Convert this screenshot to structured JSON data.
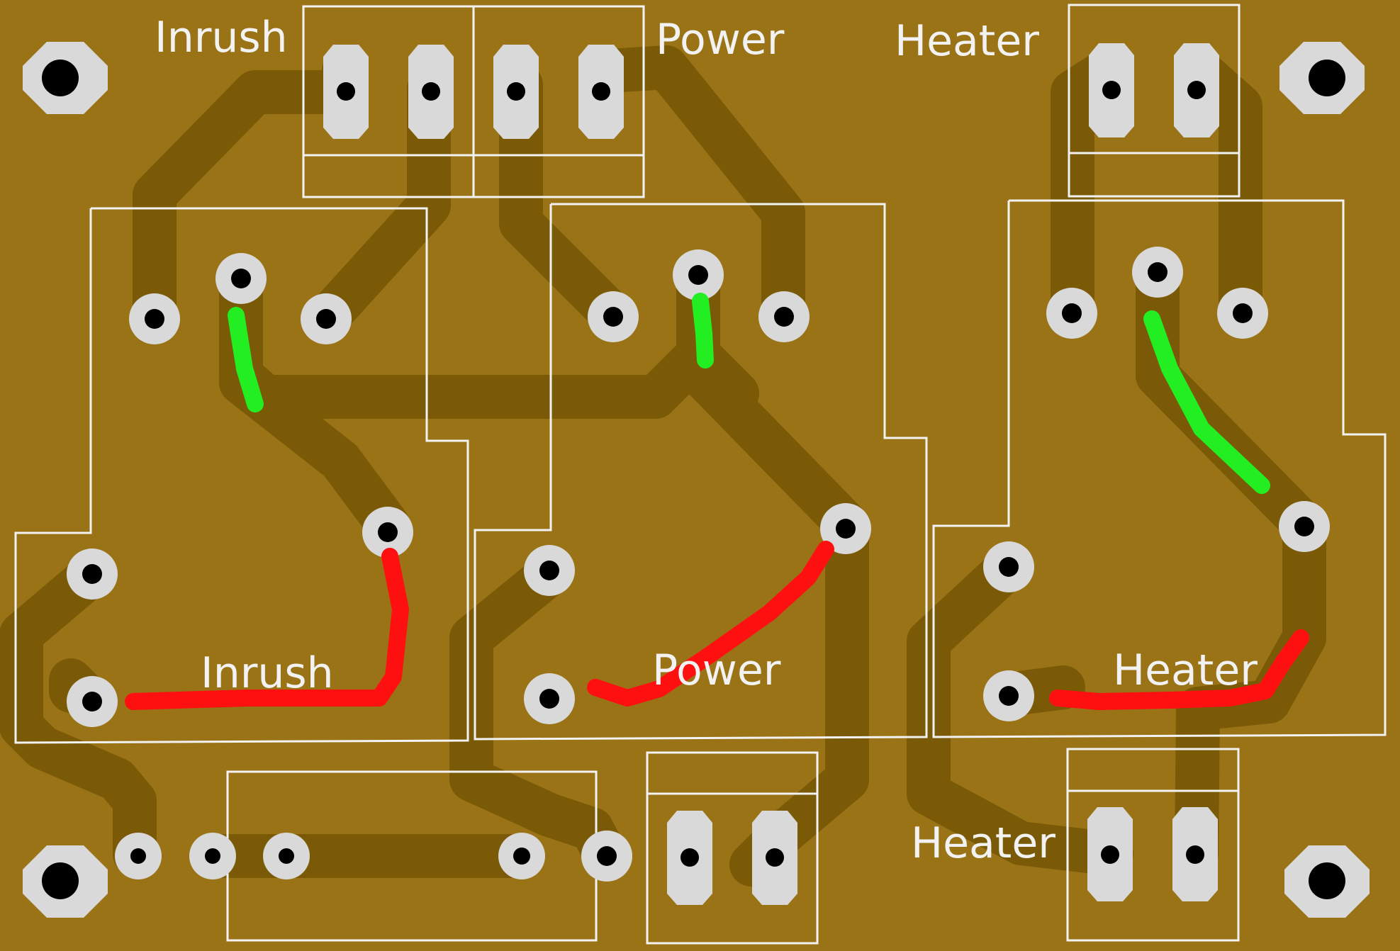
{
  "colors": {
    "board": "#9a7317",
    "trace": "#7a5a06",
    "silkscreen": "#f2f2f2",
    "pad": "#d9d9d9",
    "drill": "#000000",
    "wire_green": "#22ee22",
    "wire_red": "#ff1010"
  },
  "labels": {
    "top_inrush": "Inrush",
    "top_power": "Power",
    "top_heater": "Heater",
    "relay_inrush": "Inrush",
    "relay_power": "Power",
    "relay_heater": "Heater",
    "bottom_heater": "Heater"
  }
}
